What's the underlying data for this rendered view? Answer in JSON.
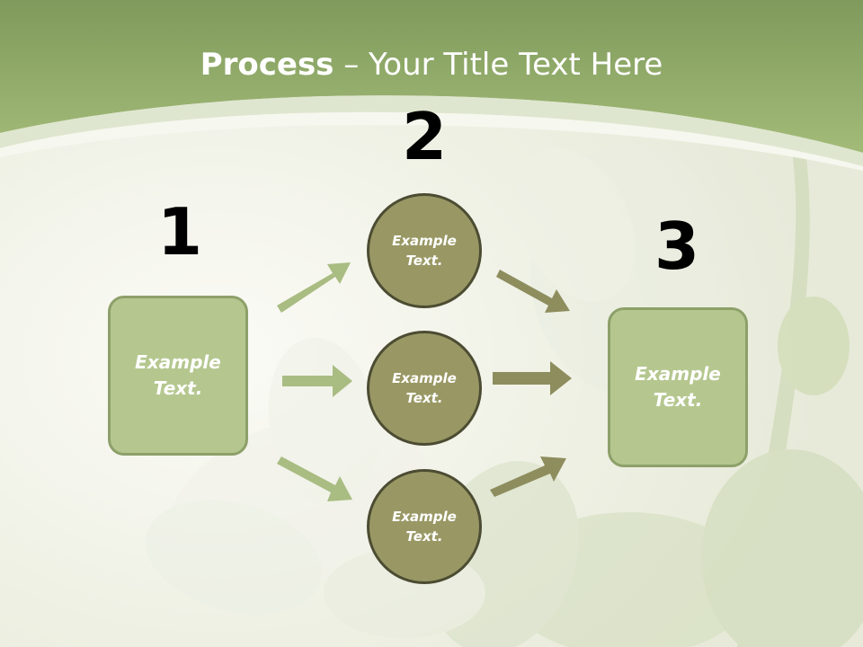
{
  "title": {
    "bold": "Process",
    "rest": " – Your Title Text Here"
  },
  "steps": [
    {
      "number": "1",
      "text": "Example Text."
    },
    {
      "number": "2",
      "text": "Example Text."
    },
    {
      "number": "3",
      "text": "Example Text."
    }
  ],
  "circles": [
    {
      "text": "Example Text."
    },
    {
      "text": "Example Text."
    },
    {
      "text": "Example Text."
    }
  ],
  "colors": {
    "header_green": "#8fa86a",
    "box_fill": "#b5c78f",
    "circle_fill": "#999865",
    "arrow_light": "#a9bc82",
    "arrow_dark": "#8e8d5e"
  }
}
